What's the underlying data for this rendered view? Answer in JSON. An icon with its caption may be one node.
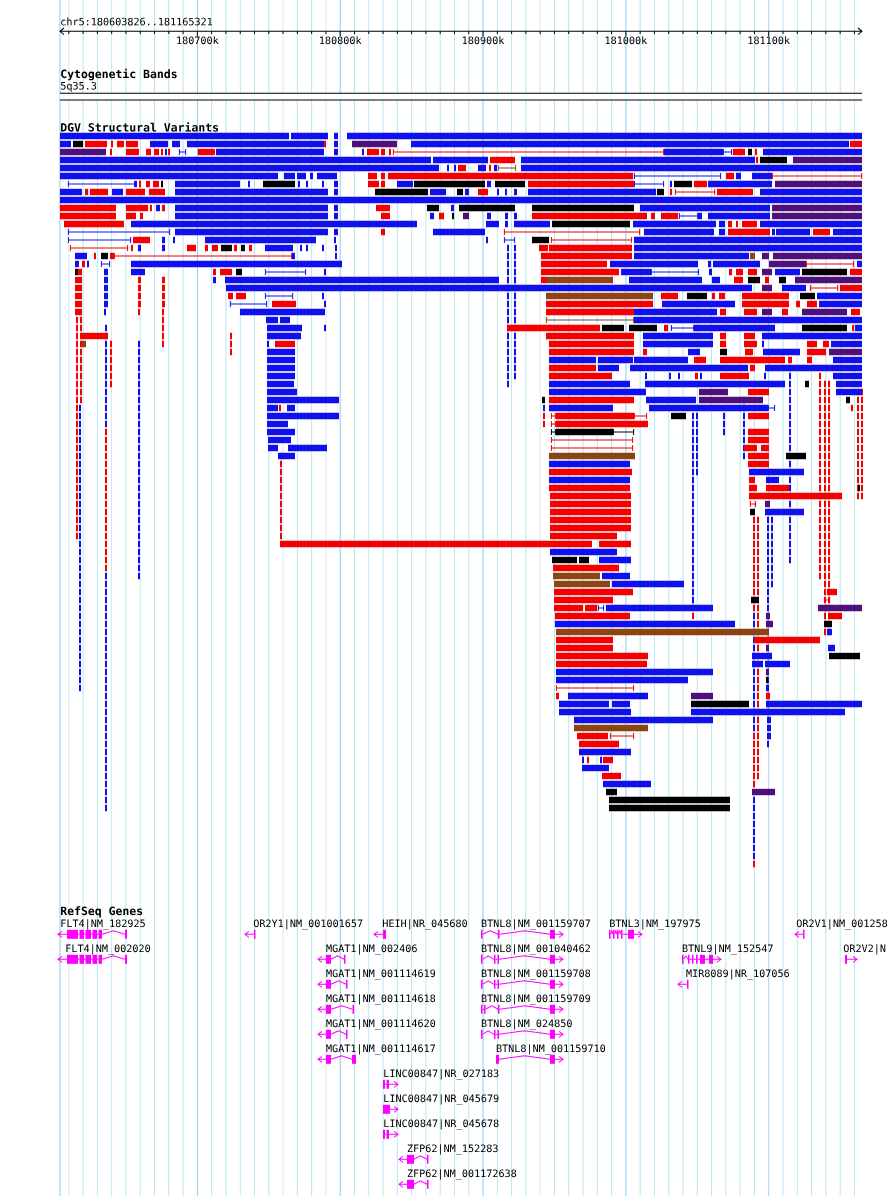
{
  "diagram": {
    "labels": [
      "chr5:180603826..181165321",
      "180700k",
      "180800k",
      "180900k",
      "181000k",
      "181100k",
      "Cytogenetic Bands",
      "5q35.3",
      "DGV Structural Variants",
      "RefSeq Genes",
      "FLT4|NM_182925",
      "OR2Y1|NM_001001657",
      "HEIH|NR_045680",
      "BTNL8|NM_001159707",
      "BTNL3|NM_197975",
      "OR2V1|NM_001258",
      "FLT4|NM_002020",
      "MGAT1|NM_002406",
      "BTNL8|NM_001040462",
      "BTNL9|NM_152547",
      "OR2V2|N",
      "MGAT1|NM_001114619",
      "BTNL8|NM_001159708",
      "MIR8089|NR_107056",
      "MGAT1|NM_001114618",
      "BTNL8|NM_001159709",
      "MGAT1|NM_001114620",
      "BTNL8|NM_024850",
      "MGAT1|NM_001114617",
      "BTNL8|NM_001159710",
      "LINC00847|NR_027183",
      "LINC00847|NR_045679",
      "LINC00847|NR_045678",
      "ZFP62|NM_152283",
      "ZFP62|NM_001172638"
    ]
  }
}
